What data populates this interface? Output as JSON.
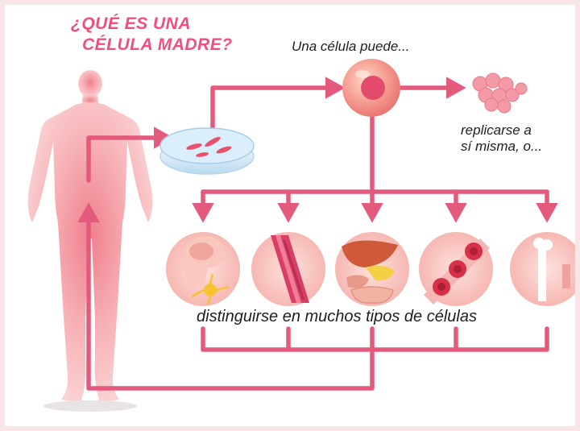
{
  "title": {
    "line1": "¿QUÉ ES UNA",
    "line2": "CÉLULA MADRE?"
  },
  "captions": {
    "cell_can": "Una célula puede...",
    "replicate_line1": "replicarse a",
    "replicate_line2": "sí misma, o...",
    "differentiate": "distinguirse en muchos tipos de células"
  },
  "colors": {
    "accent": "#e8456e",
    "arrow": "#e45a7c",
    "body": "#f7b6b9",
    "background": "#f9e4e7"
  },
  "icons": {
    "figure": "human-body-silhouette",
    "dish": "petri-dish",
    "stem_cell": "stem-cell",
    "cluster": "replicated-cells-cluster",
    "cell_types": [
      "brain-nerve-cell",
      "muscle-cell",
      "digestive-organs",
      "blood-cells",
      "bone-cell"
    ]
  }
}
